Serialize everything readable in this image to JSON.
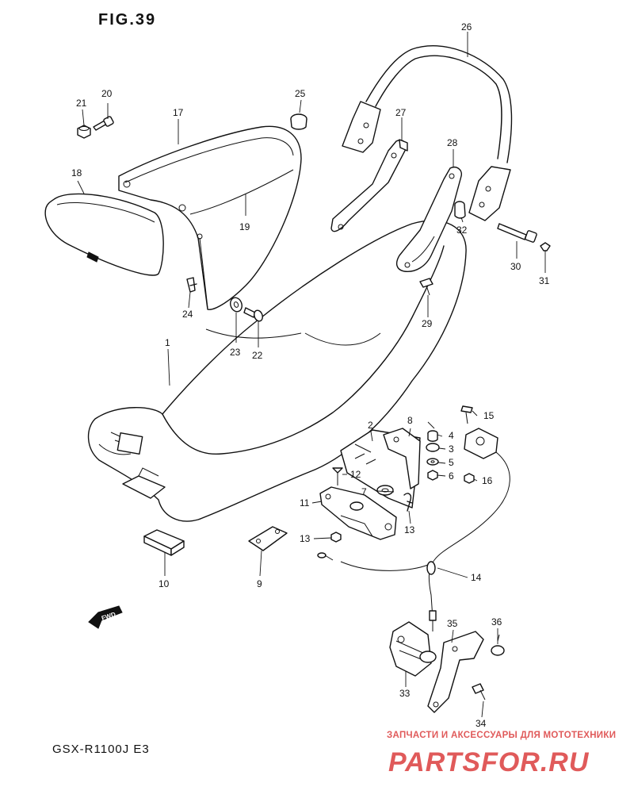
{
  "figure": {
    "title": "FIG.39",
    "model": "GSX-R1100J  E3"
  },
  "watermark": {
    "tagline": "ЗАПЧАСТИ И АКСЕССУАРЫ ДЛЯ МОТОТЕХНИКИ",
    "logo_text": "PARTSFOR.RU",
    "color": "#e05a5a"
  },
  "fwd_label": "FWD",
  "callouts": {
    "c1": "1",
    "c2": "2",
    "c3": "3",
    "c4": "4",
    "c5": "5",
    "c6": "6",
    "c7": "7",
    "c8": "8",
    "c9": "9",
    "c10": "10",
    "c11": "11",
    "c12": "12",
    "c13a": "13",
    "c13b": "13",
    "c14": "14",
    "c15": "15",
    "c16": "16",
    "c17": "17",
    "c18": "18",
    "c19": "19",
    "c20": "20",
    "c21": "21",
    "c22": "22",
    "c23": "23",
    "c24": "24",
    "c25": "25",
    "c26": "26",
    "c27": "27",
    "c28": "28",
    "c29": "29",
    "c30": "30",
    "c31": "31",
    "c32": "32",
    "c33": "33",
    "c34": "34",
    "c35": "35",
    "c36": "36"
  }
}
